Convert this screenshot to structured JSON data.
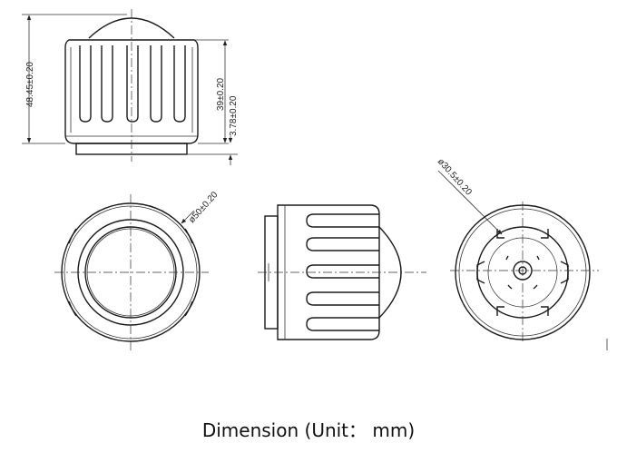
{
  "caption": "Dimension (Unit： mm)",
  "dimensions": {
    "overall_height": "48.45±0.20",
    "body_height": "39±0.20",
    "base_height": "3.78±0.20",
    "outer_diameter": "ø50±0.20",
    "inner_diameter": "ø30.5±0.20"
  }
}
